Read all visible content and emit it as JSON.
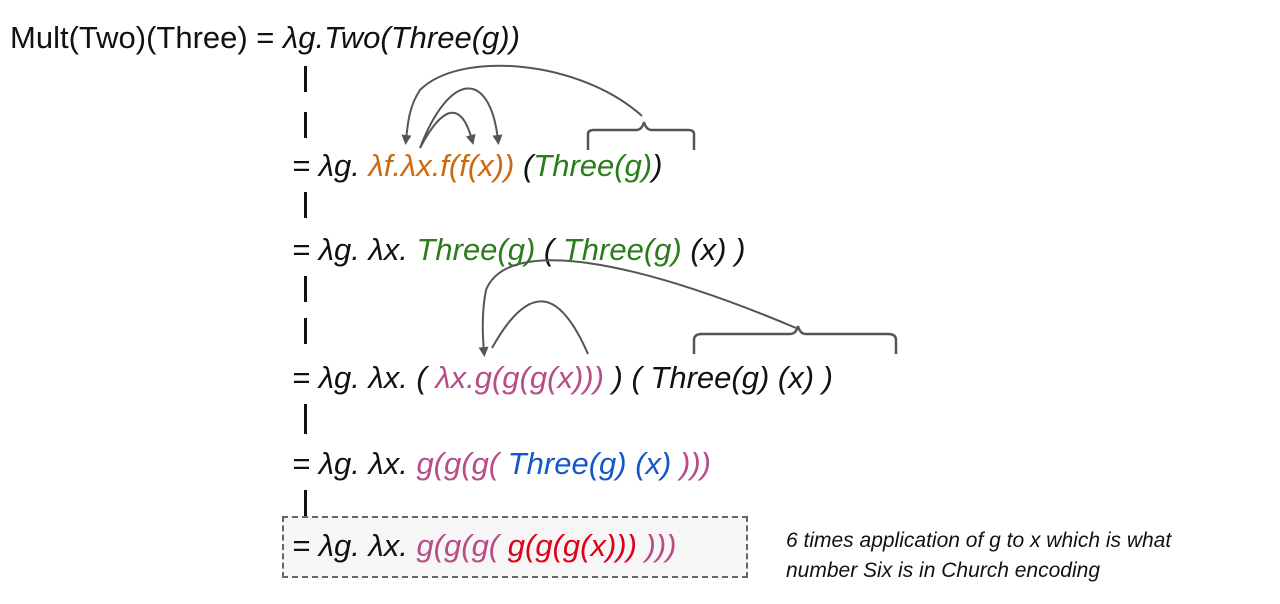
{
  "line0": {
    "lhs": "Mult(Two)(Three) = ",
    "rhs": "λg.Two(Three(g))"
  },
  "line1": {
    "prefix": "= λg. ",
    "two_def": "λf.λx.f(f(x))",
    "open": " (",
    "arg": "Three(g)",
    "close": ")"
  },
  "line2": {
    "prefix": "= λg. λx. ",
    "f1": "Three(g)",
    "mid": " ( ",
    "f2": "Three(g)",
    "rest": " (x) )"
  },
  "line3": {
    "prefix": "= λg. λx. ( ",
    "three_def": "λx.g(g(g(x)))",
    "mid": " ) ( Three(g) (x) )"
  },
  "line4": {
    "prefix": "= λg. λx. ",
    "g3open": "g(g(g( ",
    "inner": "Three(g) (x)",
    "g3close": " )))"
  },
  "line5": {
    "prefix": "= λg. λx. ",
    "g3open": "g(g(g( ",
    "inner": "g(g(g(x)))",
    "g3close": " )))"
  },
  "note": {
    "line1": "6 times application of g to x which is what",
    "line2": "number Six is in Church encoding"
  },
  "colors": {
    "orange": "#cc6a10",
    "green": "#2a7d1a",
    "pink": "#b84d86",
    "blue": "#1458c8",
    "red": "#e0001a",
    "arrow": "#555555"
  }
}
